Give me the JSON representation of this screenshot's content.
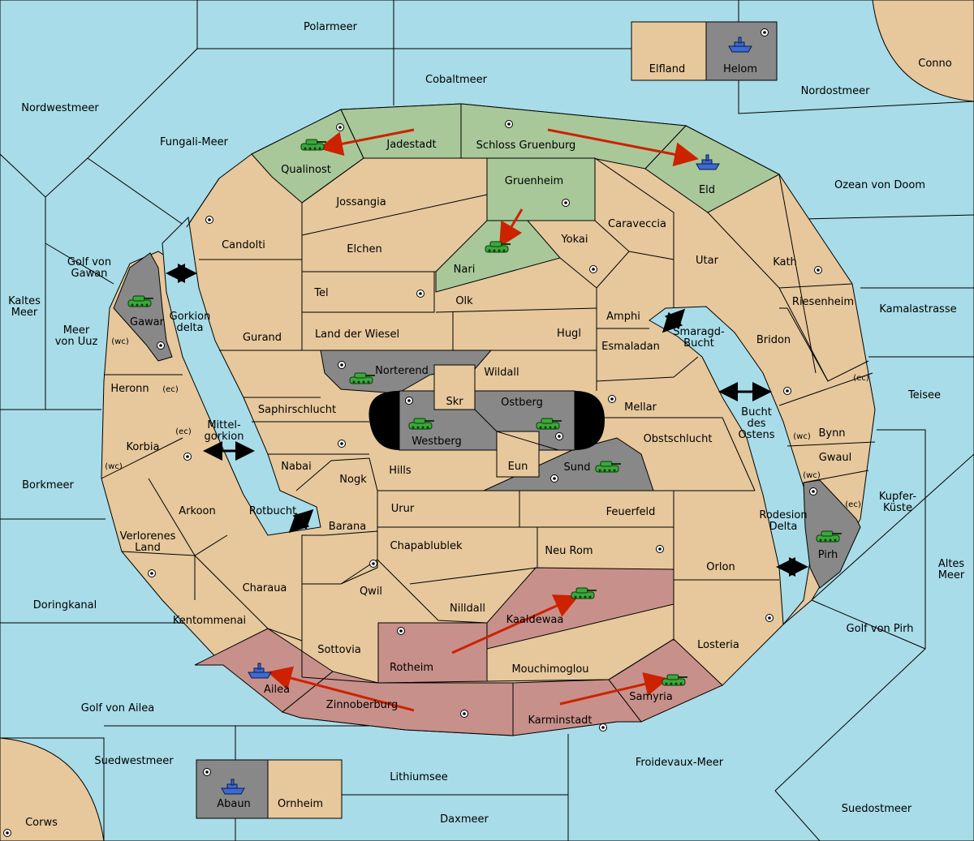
{
  "map": {
    "colors": {
      "sea": "#a8dce8",
      "land": "#e6c89c",
      "green_power": "#a8c89a",
      "red_power": "#c8908a",
      "neutral_grey": "#888888",
      "order_arrow": "#cc2200"
    },
    "labels": {
      "polarmeer": "Polarmeer",
      "cobaltmeer": "Cobaltmeer",
      "elfland": "Elfland",
      "helom": "Helom",
      "conno": "Conno",
      "nordostmeer": "Nordostmeer",
      "nordwestmeer": "Nordwestmeer",
      "fungali_meer": "Fungali-Meer",
      "jadestadt": "Jadestadt",
      "schloss_gruenburg": "Schloss Gruenburg",
      "qualinost": "Qualinost",
      "eld": "Eld",
      "ozean_von_doom": "Ozean von Doom",
      "gruenheim": "Gruenheim",
      "jossangia": "Jossangia",
      "caraveccia": "Caraveccia",
      "candolti": "Candolti",
      "elchen": "Elchen",
      "yokai": "Yokai",
      "utar": "Utar",
      "kath": "Kath",
      "golf_von_gawan_1": "Golf von",
      "golf_von_gawan_2": "Gawan",
      "nari": "Nari",
      "tel": "Tel",
      "olk": "Olk",
      "amphi": "Amphi",
      "riesenheim": "Riesenheim",
      "kamalastrasse": "Kamalastrasse",
      "kaltes_meer_1": "Kaltes",
      "kaltes_meer_2": "Meer",
      "gawar": "Gawar",
      "gorkion_delta_1": "Gorkion",
      "gorkion_delta_2": "delta",
      "meer_von_uuz_1": "Meer",
      "meer_von_uuz_2": "von Uuz",
      "wc": "(wc)",
      "ec": "(ec)",
      "gurand": "Gurand",
      "land_der_wiesel": "Land der Wiesel",
      "hugl": "Hugl",
      "smaragd_bucht_1": "Smaragd-",
      "smaragd_bucht_2": "Bucht",
      "bridon": "Bridon",
      "esmaladan": "Esmaladan",
      "heronn": "Heronn",
      "norterend": "Norterend",
      "wildall": "Wildall",
      "skr": "Skr",
      "ostberg": "Ostberg",
      "mellar": "Mellar",
      "teisee": "Teisee",
      "bucht_des_ostens_1": "Bucht",
      "bucht_des_ostens_2": "des",
      "bucht_des_ostens_3": "Ostens",
      "saphirschlucht": "Saphirschlucht",
      "westberg": "Westberg",
      "obstschlucht": "Obstschlucht",
      "bynn": "Bynn",
      "mittelgorkion_1": "Mittel-",
      "mittelgorkion_2": "gorkion",
      "korbia": "Korbia",
      "nabai": "Nabai",
      "hills": "Hills",
      "eun": "Eun",
      "sund": "Sund",
      "gwaul": "Gwaul",
      "borkmeer": "Borkmeer",
      "nogk": "Nogk",
      "kupfer_kueste_1": "Kupfer-",
      "kupfer_kueste_2": "Küste",
      "arkoon": "Arkoon",
      "rotbucht": "Rotbucht",
      "urur": "Urur",
      "feuerfeld": "Feuerfeld",
      "rodesion_delta_1": "Rodesion",
      "rodesion_delta_2": "Delta",
      "barana": "Barana",
      "verlorenes_land_1": "Verlorenes",
      "verlorenes_land_2": "Land",
      "chapablublek": "Chapablublek",
      "neu_rom": "Neu Rom",
      "pirh": "Pirh",
      "altes_meer_1": "Altes",
      "altes_meer_2": "Meer",
      "orlon": "Orlon",
      "charaua": "Charaua",
      "qwil": "Qwil",
      "doringkanal": "Doringkanal",
      "nilldall": "Nilldall",
      "kaaldewaa": "Kaaldewaa",
      "kentommenai": "Kentommenai",
      "golf_von_pirh": "Golf von Pirh",
      "losteria": "Losteria",
      "sottovia": "Sottovia",
      "rotheim": "Rotheim",
      "mouchimoglou": "Mouchimoglou",
      "ailea": "Ailea",
      "samyria": "Samyria",
      "golf_von_ailea": "Golf von Ailea",
      "zinnoberburg": "Zinnoberburg",
      "karminstadt": "Karminstadt",
      "suedwestmeer": "Suedwestmeer",
      "froidevaux_meer": "Froidevaux-Meer",
      "lithiumsee": "Lithiumsee",
      "abaun": "Abaun",
      "ornheim": "Ornheim",
      "suedostmeer": "Suedostmeer",
      "corws": "Corws",
      "daxmeer": "Daxmeer"
    }
  }
}
